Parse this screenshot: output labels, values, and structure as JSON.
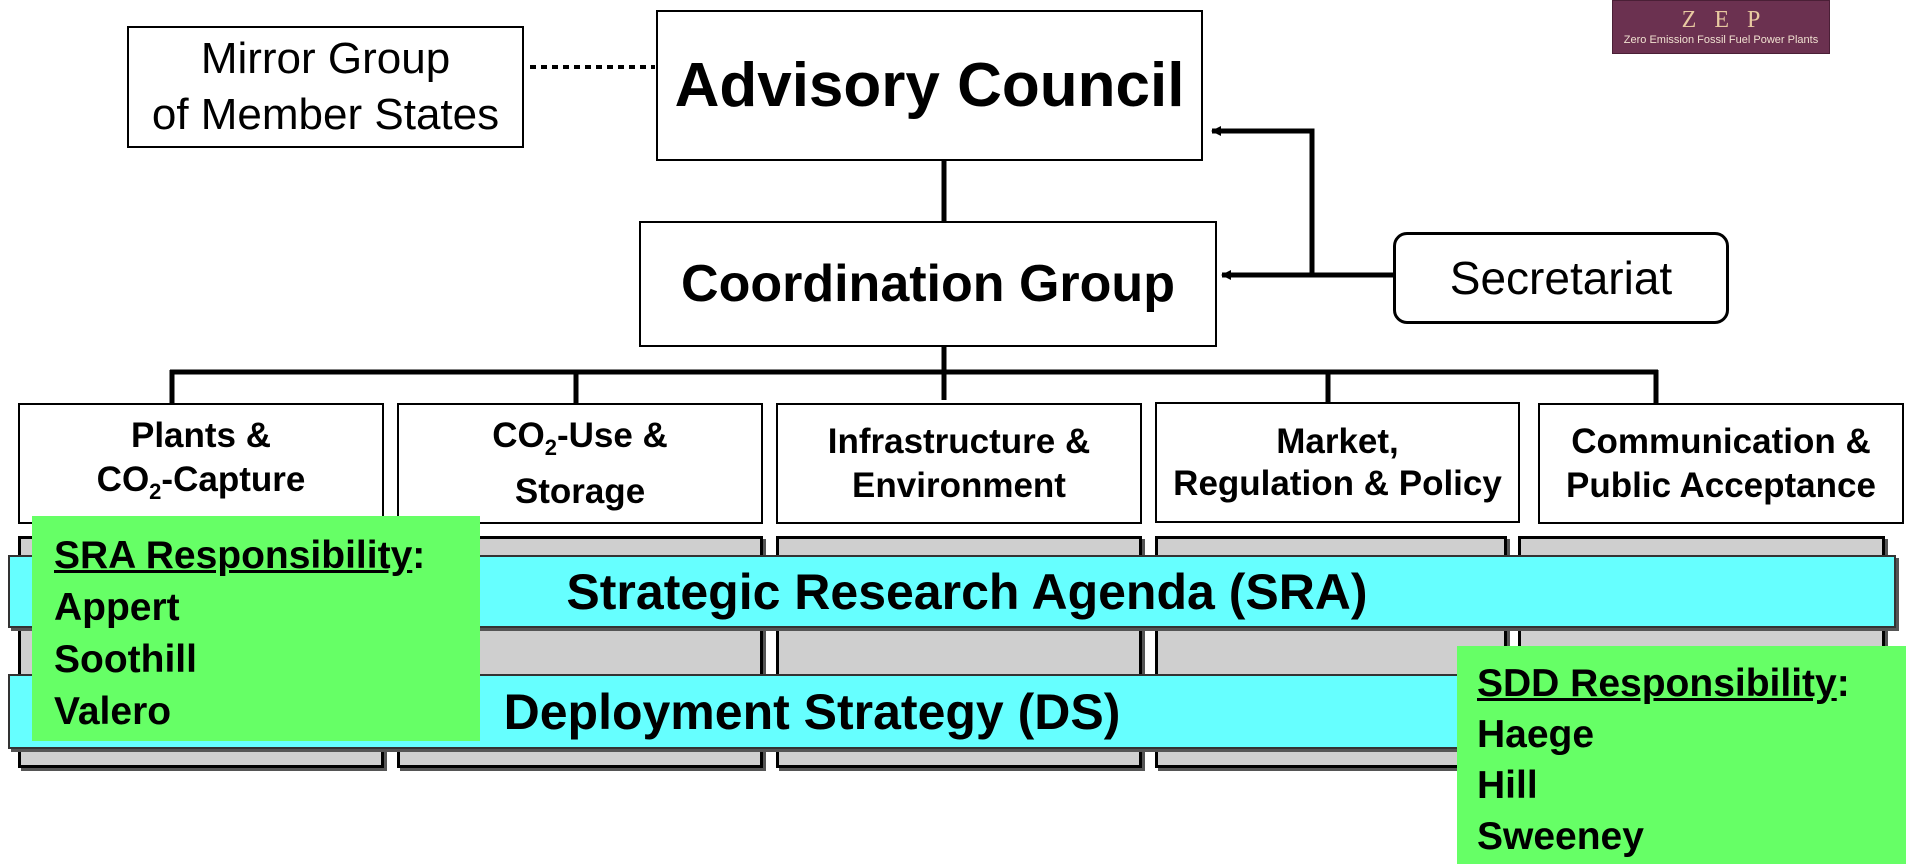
{
  "logo": {
    "letters": "Z   E   P",
    "tagline": "Zero Emission Fossil Fuel Power Plants"
  },
  "mirror_group": {
    "line1": "Mirror Group",
    "line2": "of Member States"
  },
  "advisory_council": "Advisory Council",
  "coordination_group": "Coordination Group",
  "secretariat": "Secretariat",
  "working_groups": [
    {
      "line1": "Plants &",
      "line2_pre": "CO",
      "sub": "2",
      "line2_post": "-Capture"
    },
    {
      "line1_pre": "CO",
      "sub": "2",
      "line1_post": "-Use &",
      "line2": "Storage"
    },
    {
      "line1": "Infrastructure &",
      "line2": "Environment"
    },
    {
      "line1": "Market,",
      "line2": "Regulation & Policy"
    },
    {
      "line1": "Communication &",
      "line2": "Public Acceptance"
    }
  ],
  "sra_band": "Strategic Research Agenda (SRA)",
  "ds_band": "Deployment Strategy (DS)",
  "sra_responsibility": {
    "heading": "SRA Responsibility",
    "colon": ":",
    "names": [
      "Appert",
      "Soothill",
      "Valero"
    ]
  },
  "sdd_responsibility": {
    "heading": "SDD Responsibility",
    "colon": ":",
    "names": [
      "Haege",
      "Hill",
      "Sweeney"
    ]
  },
  "colors": {
    "band": "#66ffff",
    "responsibility": "#66ff66",
    "logo_bg": "#6b3150",
    "column": "#cfcfcf"
  }
}
